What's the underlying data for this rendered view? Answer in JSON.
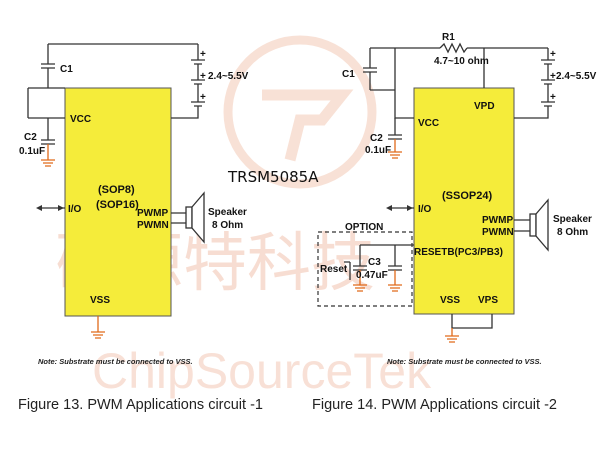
{
  "title": "TRSM5085A",
  "watermark": {
    "cn": "矽源特科技",
    "en": "ChipSourceTek"
  },
  "fig13": {
    "caption": "Figure 13.  PWM Applications circuit -1",
    "package": "(SOP8)",
    "package2": "(SOP16)",
    "vcc": "VCC",
    "io": "I/O",
    "pwmp": "PWMP",
    "pwmn": "PWMN",
    "vss": "VSS",
    "c1": "C1",
    "c2": "C2",
    "c2_val": "0.1uF",
    "battery": "2.4~5.5V",
    "speaker": "Speaker",
    "speaker_ohm": "8 Ohm",
    "note": "Note: Substrate must be connected to VSS."
  },
  "fig14": {
    "caption": "Figure 14.  PWM Applications circuit -2",
    "package": "(SSOP24)",
    "r1": "R1",
    "r1_val": "4.7~10 ohm",
    "vpd": "VPD",
    "vcc": "VCC",
    "io": "I/O",
    "pwmp": "PWMP",
    "pwmn": "PWMN",
    "reset_pin": "RESETB(PC3/PB3)",
    "vss": "VSS",
    "vps": "VPS",
    "c1": "C1",
    "c2": "C2",
    "c2_val": "0.1uF",
    "c3": "C3",
    "c3_val": "0.47uF",
    "option": "OPTION",
    "reset": "Reset",
    "battery": "2.4~5.5V",
    "speaker": "Speaker",
    "speaker_ohm": "8 Ohm",
    "note": "Note: Substrate must be connected to VSS."
  }
}
